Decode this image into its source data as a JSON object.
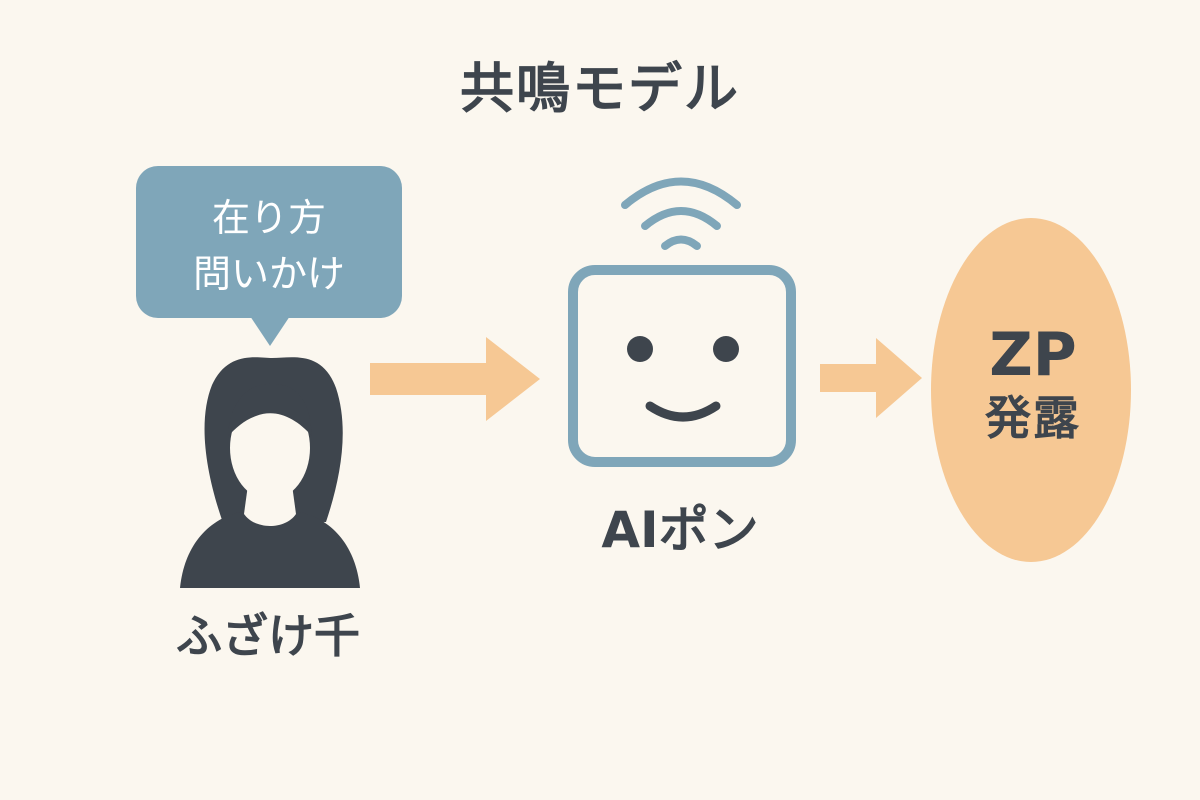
{
  "diagram": {
    "title": "共鳴モデル",
    "speech_bubble": {
      "line1": "在り方",
      "line2": "問いかけ"
    },
    "person_label": "ふざけ千",
    "ai_label": "AIポン",
    "output": {
      "line1": "ZP",
      "line2": "発露"
    }
  },
  "colors": {
    "background": "#fbf7ef",
    "text": "#3e454d",
    "bubble": "#7fa6b9",
    "robot_outline": "#7fa6b9",
    "arrow": "#f6c894",
    "ellipse": "#f6c894",
    "person": "#3e454d"
  },
  "icons": {
    "person": "person-silhouette-icon",
    "robot": "robot-face-icon",
    "signal": "wifi-signal-icon",
    "arrow": "arrow-right-icon"
  }
}
